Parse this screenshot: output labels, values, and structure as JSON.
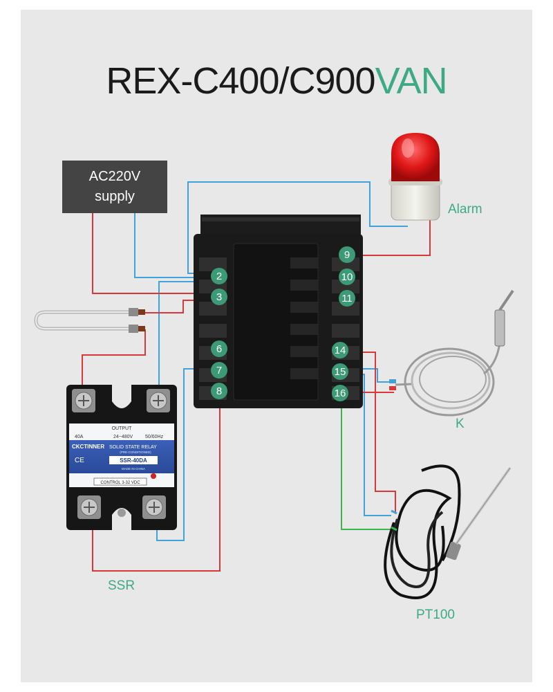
{
  "title": {
    "main": "REX-C400/C900",
    "accent": "VAN"
  },
  "supply": {
    "line1": "AC220V",
    "line2": "supply"
  },
  "labels": {
    "alarm": "Alarm",
    "k": "K",
    "ssr": "SSR",
    "pt100": "PT100"
  },
  "terminals": [
    "2",
    "3",
    "6",
    "7",
    "8",
    "9",
    "10",
    "11",
    "14",
    "15",
    "16"
  ],
  "ssr": {
    "output": "OUTPUT",
    "current": "40A",
    "voltage": "24~480V",
    "freq": "50/60Hz",
    "brand": "CKCTINNER",
    "type": "SOLID STATE RELAY",
    "subtype": "(PRE-CONDITIONED)",
    "model": "SSR-40DA",
    "made": "MADE IN CHINA",
    "control": "CONTROL 3-32 VDC",
    "mark": "CE"
  },
  "colors": {
    "wire_red": "#d93838",
    "wire_blue": "#3fa2dc",
    "wire_green": "#3cb44a",
    "terminal": "#3d9a77",
    "accent": "#3daa84"
  }
}
